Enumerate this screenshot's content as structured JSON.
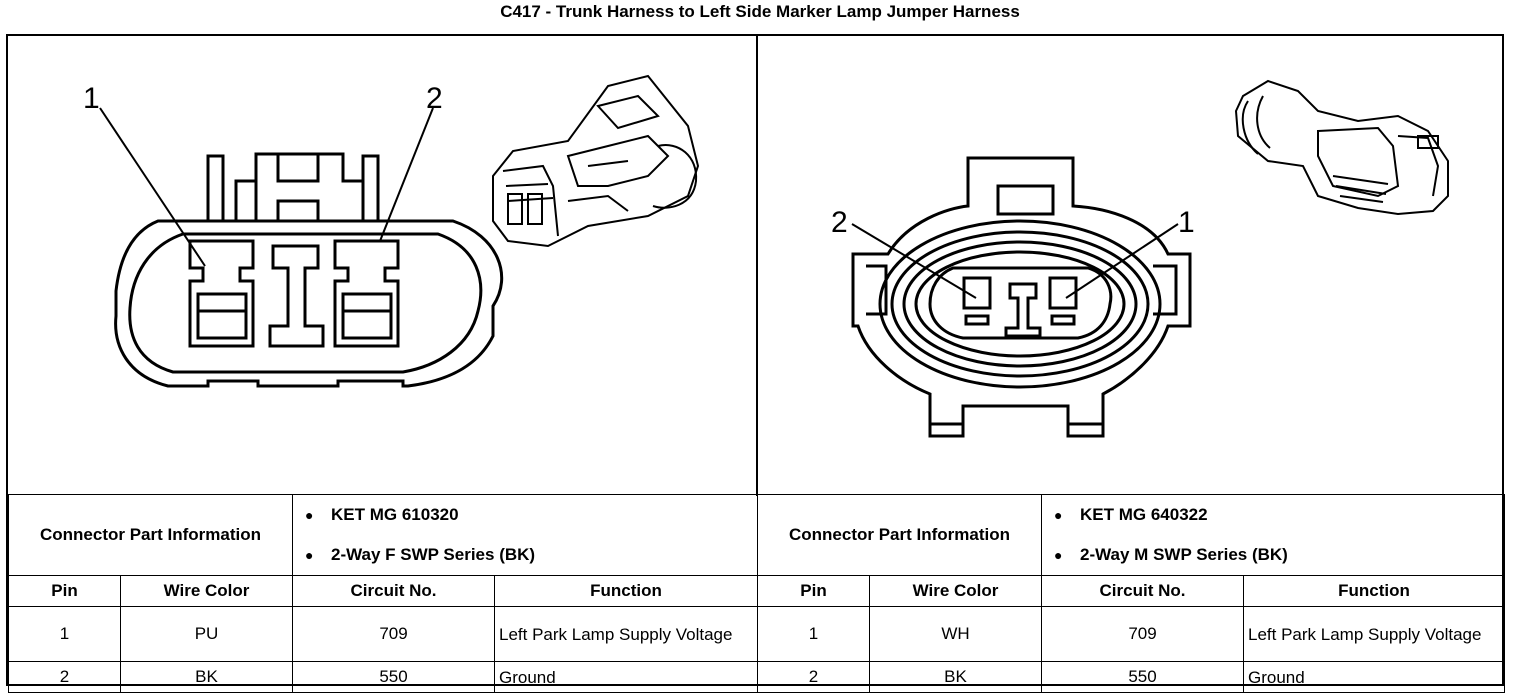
{
  "title": "C417 - Trunk Harness to Left Side Marker Lamp Jumper Harness",
  "left": {
    "callouts": [
      "1",
      "2"
    ],
    "cpi_label": "Connector Part Information",
    "cpi_items": [
      "KET MG 610320",
      "2-Way F SWP Series (BK)"
    ],
    "headers": [
      "Pin",
      "Wire Color",
      "Circuit No.",
      "Function"
    ],
    "rows": [
      {
        "pin": "1",
        "color": "PU",
        "circuit": "709",
        "function": "Left Park Lamp Supply Voltage"
      },
      {
        "pin": "2",
        "color": "BK",
        "circuit": "550",
        "function": "Ground"
      }
    ]
  },
  "right": {
    "callouts": [
      "2",
      "1"
    ],
    "cpi_label": "Connector Part Information",
    "cpi_items": [
      "KET MG 640322",
      "2-Way M SWP Series (BK)"
    ],
    "headers": [
      "Pin",
      "Wire Color",
      "Circuit No.",
      "Function"
    ],
    "rows": [
      {
        "pin": "1",
        "color": "WH",
        "circuit": "709",
        "function": "Left Park Lamp Supply Voltage"
      },
      {
        "pin": "2",
        "color": "BK",
        "circuit": "550",
        "function": "Ground"
      }
    ]
  }
}
